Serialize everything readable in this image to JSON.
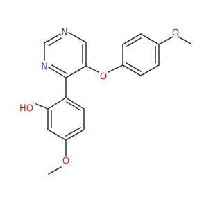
{
  "colors": {
    "bond": "#3a3a3a",
    "nitrogen": "#2a2ad6",
    "oxygen": "#e0201e",
    "background": "#ffffff"
  },
  "molecule": {
    "atoms": [
      {
        "id": "n1",
        "label": "N",
        "element": "N"
      },
      {
        "id": "n2",
        "label": "N",
        "element": "N"
      },
      {
        "id": "o-ether",
        "label": "O",
        "element": "O"
      },
      {
        "id": "o-methoxy-top",
        "label": "O",
        "element": "O"
      },
      {
        "id": "o-hydroxyl",
        "label": "HO",
        "element": "O"
      },
      {
        "id": "o-methoxy-bottom",
        "label": "O",
        "element": "O"
      }
    ]
  }
}
